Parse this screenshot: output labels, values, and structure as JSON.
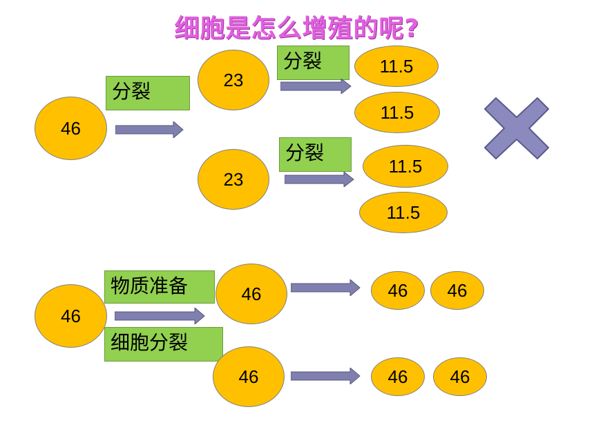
{
  "title": "细胞是怎么增殖的呢?",
  "top": {
    "parent": "46",
    "split_label": "分裂",
    "children": [
      "23",
      "23"
    ],
    "child_split_labels": [
      "分裂",
      "分裂"
    ],
    "grandchildren": [
      "11.5",
      "11.5",
      "11.5",
      "11.5"
    ]
  },
  "bottom": {
    "parent": "46",
    "prep_label": "物质准备",
    "divide_label": "细胞分裂",
    "children": [
      "46",
      "46"
    ],
    "grandchildren": [
      "46",
      "46",
      "46",
      "46"
    ]
  },
  "colors": {
    "cell_fill": "#ffc000",
    "label_fill": "#92d050",
    "arrow_fill": "#8080b0",
    "cross_fill": "#8a8abf",
    "title_color": "#e060e0"
  },
  "icons": [
    "right-arrow-icon",
    "cross-mark-icon"
  ]
}
